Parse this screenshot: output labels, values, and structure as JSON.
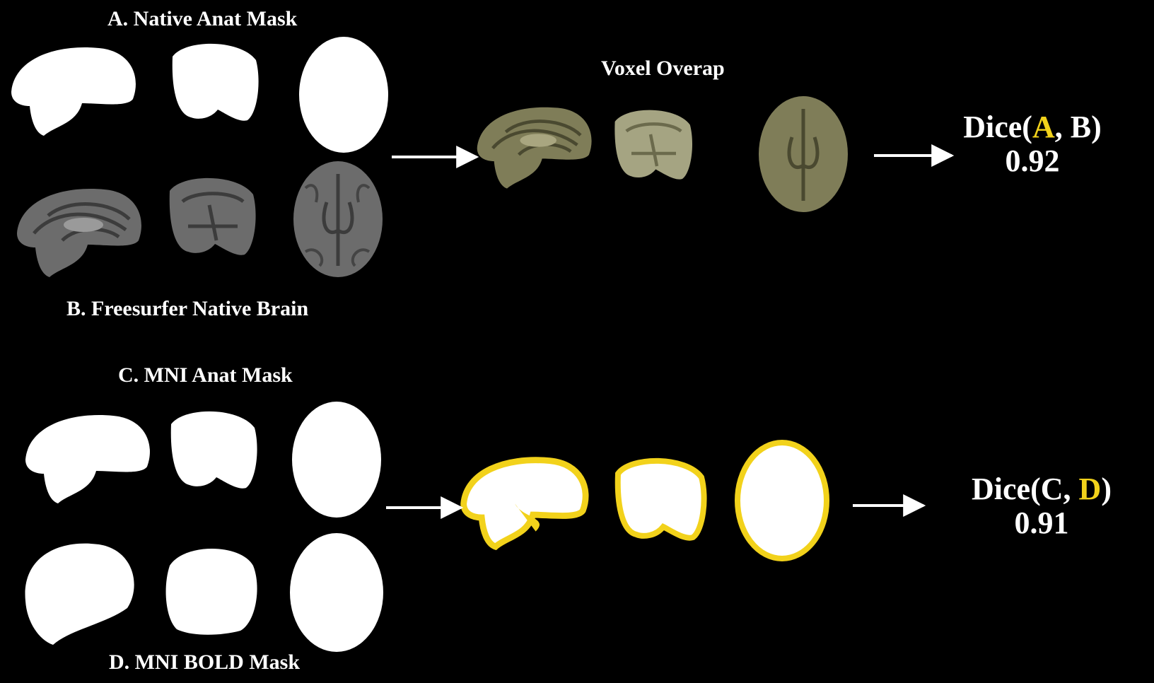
{
  "labels": {
    "a": "A.  Native Anat Mask",
    "b": "B. Freesurfer Native Brain",
    "c": "C. MNI Anat Mask",
    "d": "D. MNI BOLD Mask",
    "overlap": "Voxel Overap"
  },
  "dice_ab": {
    "prefix": "Dice(",
    "first": "A",
    "sep": ", ",
    "second": "B",
    "suffix": ")",
    "value": "0.92",
    "highlight": "first"
  },
  "dice_cd": {
    "prefix": "Dice(",
    "first": "C",
    "sep": ", ",
    "second": "D",
    "suffix": ")",
    "value": "0.91",
    "highlight": "second"
  },
  "colors": {
    "background": "#000000",
    "mask": "#ffffff",
    "highlight": "#f2d21b",
    "overlap_tint": "#7f7d58",
    "t1_gray": "#6c6c6c"
  }
}
